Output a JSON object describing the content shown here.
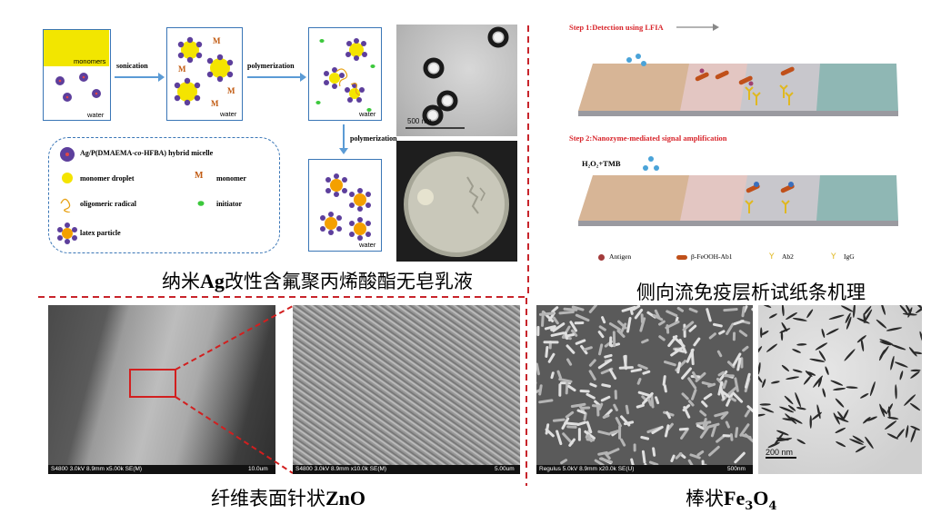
{
  "panel_a": {
    "monomers": "monomers",
    "water": "water",
    "sonication": "sonication",
    "polymerization": "polymerization",
    "M": "M",
    "legend": {
      "hybrid": "Ag/P(DMAEMA-",
      "hybrid_co": "co",
      "hybrid_end": "-HFBA) hybrid micelle",
      "droplet": "monomer droplet",
      "monomer": "monomer",
      "radical": "oligomeric radical",
      "initiator": "initiator",
      "latex": "latex particle"
    },
    "tem_scale": "500 nm",
    "caption_pre": "纳米",
    "caption_bold": "Ag",
    "caption_post": "改性含氟聚丙烯酸酯无皂乳液"
  },
  "panel_b": {
    "step1": "Step 1:Detection using LFIA",
    "step2": "Step 2:Nanozyme-mediated signal amplification",
    "reagent": "H₂O₂+TMB",
    "legend_antigen": "Antigen",
    "legend_ab1": "β-FeOOH-Ab1",
    "legend_ab2": "Ab2",
    "legend_igg": "IgG",
    "caption": "侧向流免疫层析试纸条机理"
  },
  "panel_c": {
    "sem1_info": "S4800 3.0kV 8.9mm x5.00k SE(M)",
    "sem1_scale": "10.0um",
    "sem2_info": "S4800 3.0kV 8.9mm x10.0k SE(M)",
    "sem2_scale": "5.00um",
    "caption_pre": "纤维表面针状",
    "caption_bold": "ZnO"
  },
  "panel_d": {
    "sem_info": "Regulus 5.0kV 8.9mm x20.0k SE(U)",
    "sem_scale": "500nm",
    "tem_scale": "200 nm",
    "caption_pre": "棒状",
    "caption_bold_1": "Fe",
    "caption_sub_1": "3",
    "caption_bold_2": "O",
    "caption_sub_2": "4"
  },
  "colors": {
    "divider": "#c8242b",
    "box_border": "#3a76b6",
    "monomer_yellow": "#f2e600",
    "water_text": "#000000",
    "m_letter": "#c25b12",
    "arrow": "#5b9bd5",
    "micelle_purple": "#5d3f9c",
    "droplet_yellow": "#f4e400",
    "step_red": "#d8262c"
  }
}
